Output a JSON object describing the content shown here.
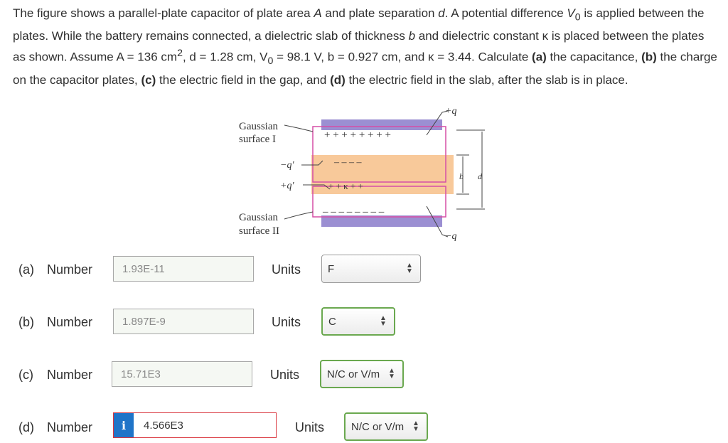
{
  "problem": {
    "p1": "The figure shows a parallel-plate capacitor of plate area ",
    "A": "A",
    "p2": " and plate separation ",
    "d": "d",
    "p3": ". A potential difference ",
    "V0": "V",
    "V0sub": "0",
    "p4": " is applied between the plates. While the battery remains connected, a dielectric slab of thickness ",
    "b": "b",
    "p5": " and dielectric constant κ is placed between the plates as shown. Assume ",
    "givens": "A = 136 cm",
    "sq": "2",
    "givens2": ", d = 1.28 cm, V",
    "sub0": "0",
    "givens3": " = 98.1 V, b = 0.927 cm, and κ = 3.44. Calculate ",
    "a": "(a)",
    "qa": " the capacitance, ",
    "bb": "(b)",
    "qb": " the charge on the capacitor plates, ",
    "c": "(c)",
    "qc": " the electric field in the gap, and ",
    "dd": "(d)",
    "qd": " the electric field in the slab, after the slab is in place."
  },
  "figure": {
    "gauss1_a": "Gaussian",
    "gauss1_b": "surface I",
    "gauss2_a": "Gaussian",
    "gauss2_b": "surface II",
    "minus_q_prime": "−q′",
    "plus_q_prime": "+q′",
    "plus_q": "+q",
    "minus_q": "−q",
    "top_charges": "+ + + + + + + +",
    "slab_top": "–     –     –     –",
    "slab_bottom": "+     +  κ  +     +",
    "bottom_charges": "– – – – – – – –",
    "b_label": "b",
    "d_label": "d",
    "colors": {
      "plate": "#9b8fd2",
      "slab": "#f8c99a",
      "gauss": "#d64fa6"
    }
  },
  "rows": [
    {
      "letter": "(a)",
      "label": "Number",
      "value": "1.93E-11",
      "units_label": "Units",
      "unit": "F"
    },
    {
      "letter": "(b)",
      "label": "Number",
      "value": "1.897E-9",
      "units_label": "Units",
      "unit": "C"
    },
    {
      "letter": "(c)",
      "label": "Number",
      "value": "15.71E3",
      "units_label": "Units",
      "unit": "N/C or V/m"
    },
    {
      "letter": "(d)",
      "label": "Number",
      "value": "4.566E3",
      "units_label": "Units",
      "unit": "N/C or V/m",
      "info": "i"
    }
  ]
}
